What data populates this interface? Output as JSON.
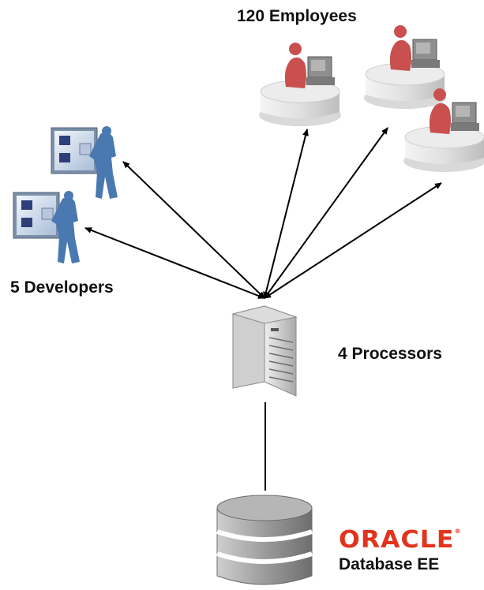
{
  "labels": {
    "employees": "120 Employees",
    "developers": "5 Developers",
    "processors": "4 Processors",
    "oracle_logo": "ORACLE",
    "oracle_reg": "®",
    "database": "Database EE"
  },
  "colors": {
    "brand": "#e2341d",
    "arrow": "#000000",
    "employee_figure": "#c9504f",
    "developer_figure": "#4a78b0",
    "server": "#c7c7c7",
    "database": "#9a9a9a"
  },
  "icons": [
    "employee-workstation-icon",
    "developer-workstation-icon",
    "server-icon",
    "database-icon"
  ]
}
